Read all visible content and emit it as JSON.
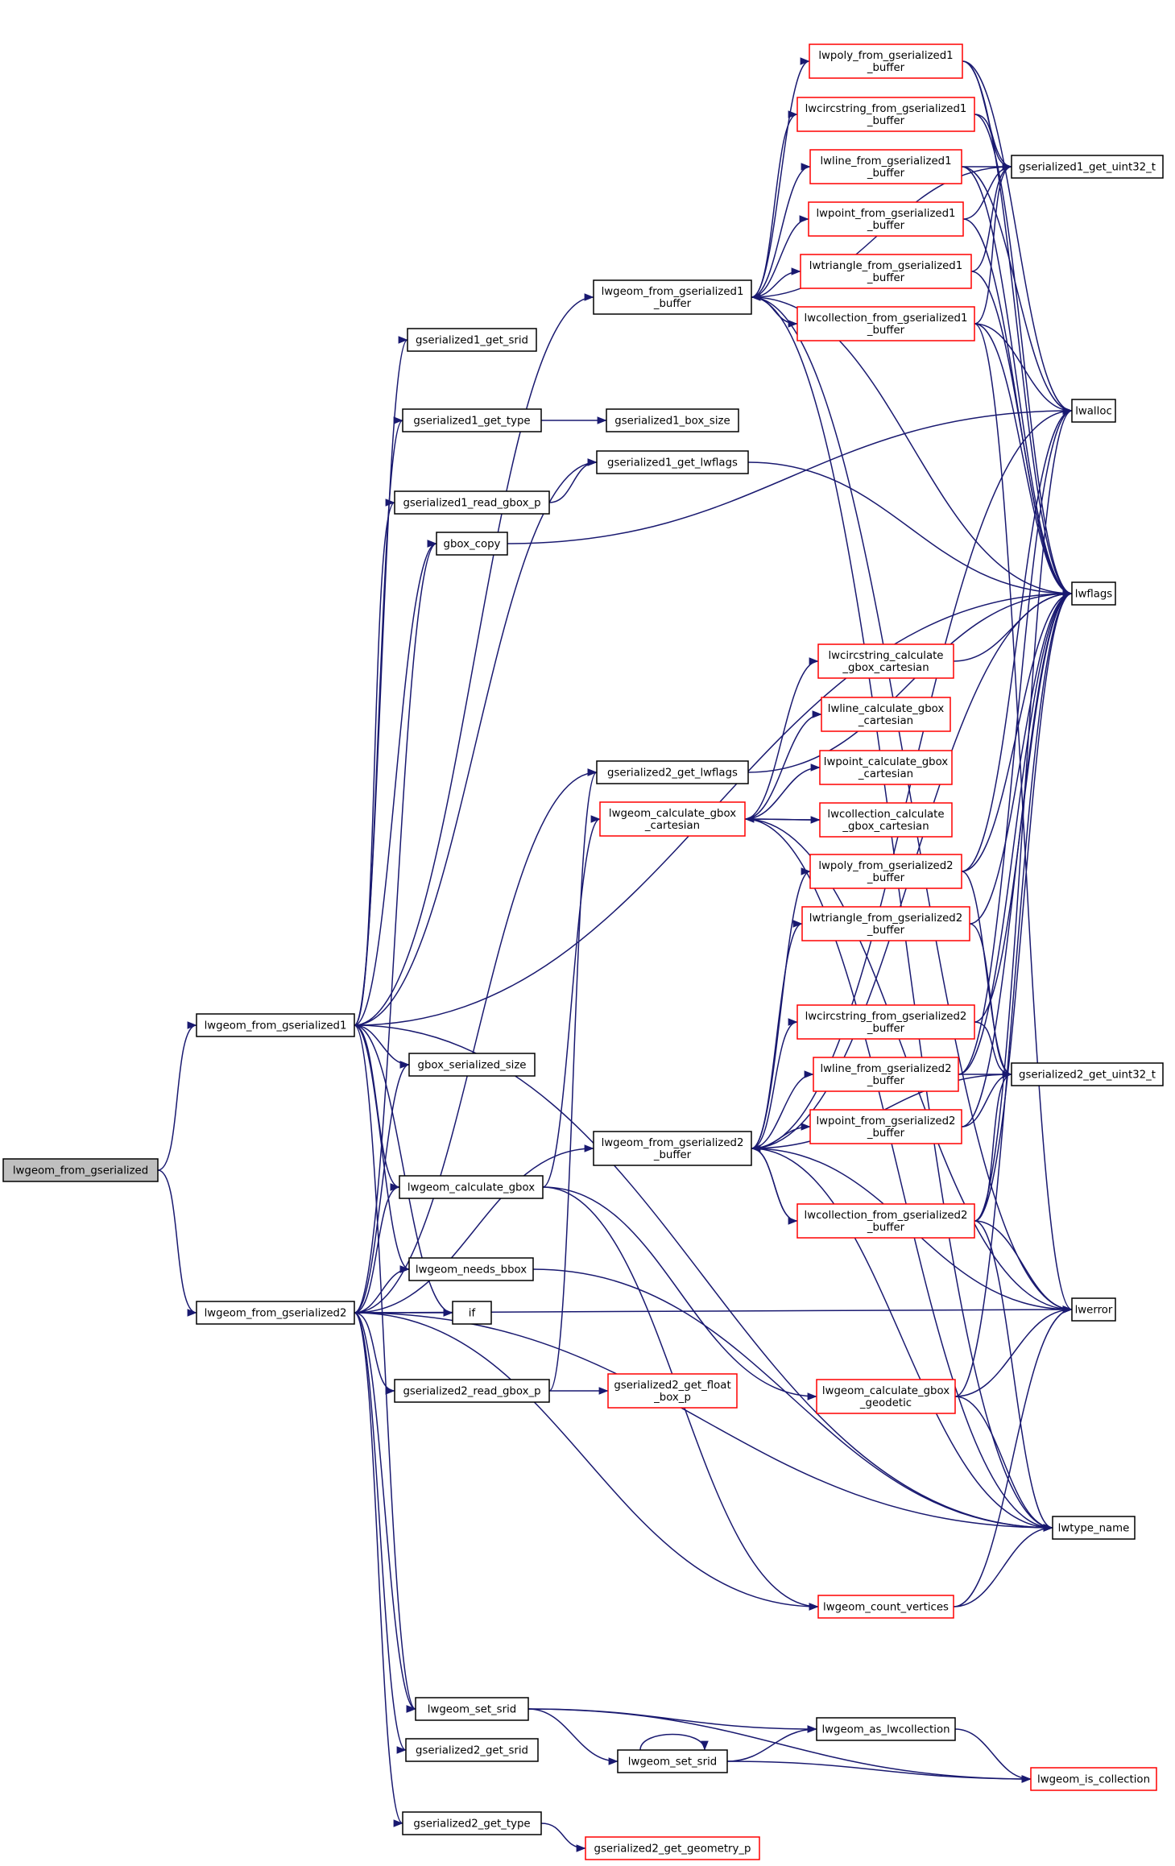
{
  "colors": {
    "edge": "#191970",
    "node_border_black": "#000000",
    "node_border_red": "#ff0000",
    "node_fill": "#ffffff",
    "root_fill": "#bfbfbf"
  },
  "nodes": [
    {
      "id": "lwgeom_from_gserialized",
      "lines": [
        "lwgeom_from_gserialized"
      ],
      "border": "black",
      "root": true
    },
    {
      "id": "lwgeom_from_gserialized1",
      "lines": [
        "lwgeom_from_gserialized1"
      ],
      "border": "black"
    },
    {
      "id": "lwgeom_from_gserialized2",
      "lines": [
        "lwgeom_from_gserialized2"
      ],
      "border": "black"
    },
    {
      "id": "gserialized1_get_srid",
      "lines": [
        "gserialized1_get_srid"
      ],
      "border": "black"
    },
    {
      "id": "gserialized1_get_type",
      "lines": [
        "gserialized1_get_type"
      ],
      "border": "black"
    },
    {
      "id": "gserialized1_read_gbox_p",
      "lines": [
        "gserialized1_read_gbox_p"
      ],
      "border": "black"
    },
    {
      "id": "gbox_copy",
      "lines": [
        "gbox_copy"
      ],
      "border": "black"
    },
    {
      "id": "gbox_serialized_size",
      "lines": [
        "gbox_serialized_size"
      ],
      "border": "black"
    },
    {
      "id": "lwgeom_calculate_gbox",
      "lines": [
        "lwgeom_calculate_gbox"
      ],
      "border": "black"
    },
    {
      "id": "lwgeom_needs_bbox",
      "lines": [
        "lwgeom_needs_bbox"
      ],
      "border": "black"
    },
    {
      "id": "if",
      "lines": [
        "if"
      ],
      "border": "black"
    },
    {
      "id": "gserialized2_read_gbox_p",
      "lines": [
        "gserialized2_read_gbox_p"
      ],
      "border": "black"
    },
    {
      "id": "lwgeom_set_srid",
      "lines": [
        "lwgeom_set_srid"
      ],
      "border": "black"
    },
    {
      "id": "gserialized2_get_srid",
      "lines": [
        "gserialized2_get_srid"
      ],
      "border": "black"
    },
    {
      "id": "gserialized2_get_type",
      "lines": [
        "gserialized2_get_type"
      ],
      "border": "black"
    },
    {
      "id": "lwgeom_from_gserialized1_buffer",
      "lines": [
        "lwgeom_from_gserialized1",
        "_buffer"
      ],
      "border": "black"
    },
    {
      "id": "gserialized1_box_size",
      "lines": [
        "gserialized1_box_size"
      ],
      "border": "black"
    },
    {
      "id": "gserialized1_get_lwflags",
      "lines": [
        "gserialized1_get_lwflags"
      ],
      "border": "black"
    },
    {
      "id": "gserialized2_get_lwflags",
      "lines": [
        "gserialized2_get_lwflags"
      ],
      "border": "black"
    },
    {
      "id": "lwgeom_calculate_gbox_cartesian",
      "lines": [
        "lwgeom_calculate_gbox",
        "_cartesian"
      ],
      "border": "red"
    },
    {
      "id": "lwgeom_from_gserialized2_buffer",
      "lines": [
        "lwgeom_from_gserialized2",
        "_buffer"
      ],
      "border": "black"
    },
    {
      "id": "gserialized2_get_float_box_p",
      "lines": [
        "gserialized2_get_float",
        "_box_p"
      ],
      "border": "red"
    },
    {
      "id": "lwgeom_set_srid_self",
      "lines": [
        "lwgeom_set_srid"
      ],
      "border": "black"
    },
    {
      "id": "gserialized2_get_geometry_p",
      "lines": [
        "gserialized2_get_geometry_p"
      ],
      "border": "red"
    },
    {
      "id": "lwpoly_from_gserialized1_buffer",
      "lines": [
        "lwpoly_from_gserialized1",
        "_buffer"
      ],
      "border": "red"
    },
    {
      "id": "lwcircstring_from_gserialized1_buffer",
      "lines": [
        "lwcircstring_from_gserialized1",
        "_buffer"
      ],
      "border": "red"
    },
    {
      "id": "lwline_from_gserialized1_buffer",
      "lines": [
        "lwline_from_gserialized1",
        "_buffer"
      ],
      "border": "red"
    },
    {
      "id": "lwpoint_from_gserialized1_buffer",
      "lines": [
        "lwpoint_from_gserialized1",
        "_buffer"
      ],
      "border": "red"
    },
    {
      "id": "lwtriangle_from_gserialized1_buffer",
      "lines": [
        "lwtriangle_from_gserialized1",
        "_buffer"
      ],
      "border": "red"
    },
    {
      "id": "lwcollection_from_gserialized1_buffer",
      "lines": [
        "lwcollection_from_gserialized1",
        "_buffer"
      ],
      "border": "red"
    },
    {
      "id": "lwcircstring_calculate_gbox_cartesian",
      "lines": [
        "lwcircstring_calculate",
        "_gbox_cartesian"
      ],
      "border": "red"
    },
    {
      "id": "lwline_calculate_gbox_cartesian",
      "lines": [
        "lwline_calculate_gbox",
        "_cartesian"
      ],
      "border": "red"
    },
    {
      "id": "lwpoint_calculate_gbox_cartesian",
      "lines": [
        "lwpoint_calculate_gbox",
        "_cartesian"
      ],
      "border": "red"
    },
    {
      "id": "lwcollection_calculate_gbox_cartesian",
      "lines": [
        "lwcollection_calculate",
        "_gbox_cartesian"
      ],
      "border": "red"
    },
    {
      "id": "lwpoly_from_gserialized2_buffer",
      "lines": [
        "lwpoly_from_gserialized2",
        "_buffer"
      ],
      "border": "red"
    },
    {
      "id": "lwtriangle_from_gserialized2_buffer",
      "lines": [
        "lwtriangle_from_gserialized2",
        "_buffer"
      ],
      "border": "red"
    },
    {
      "id": "lwcircstring_from_gserialized2_buffer",
      "lines": [
        "lwcircstring_from_gserialized2",
        "_buffer"
      ],
      "border": "red"
    },
    {
      "id": "lwline_from_gserialized2_buffer",
      "lines": [
        "lwline_from_gserialized2",
        "_buffer"
      ],
      "border": "red"
    },
    {
      "id": "lwpoint_from_gserialized2_buffer",
      "lines": [
        "lwpoint_from_gserialized2",
        "_buffer"
      ],
      "border": "red"
    },
    {
      "id": "lwcollection_from_gserialized2_buffer",
      "lines": [
        "lwcollection_from_gserialized2",
        "_buffer"
      ],
      "border": "red"
    },
    {
      "id": "lwgeom_calculate_gbox_geodetic",
      "lines": [
        "lwgeom_calculate_gbox",
        "_geodetic"
      ],
      "border": "red"
    },
    {
      "id": "lwgeom_count_vertices",
      "lines": [
        "lwgeom_count_vertices"
      ],
      "border": "red"
    },
    {
      "id": "lwgeom_as_lwcollection",
      "lines": [
        "lwgeom_as_lwcollection"
      ],
      "border": "black"
    },
    {
      "id": "gserialized1_get_uint32_t",
      "lines": [
        "gserialized1_get_uint32_t"
      ],
      "border": "black"
    },
    {
      "id": "lwalloc",
      "lines": [
        "lwalloc"
      ],
      "border": "black"
    },
    {
      "id": "lwflags",
      "lines": [
        "lwflags"
      ],
      "border": "black"
    },
    {
      "id": "gserialized2_get_uint32_t",
      "lines": [
        "gserialized2_get_uint32_t"
      ],
      "border": "black"
    },
    {
      "id": "lwerror",
      "lines": [
        "lwerror"
      ],
      "border": "black"
    },
    {
      "id": "lwtype_name",
      "lines": [
        "lwtype_name"
      ],
      "border": "black"
    },
    {
      "id": "lwgeom_is_collection",
      "lines": [
        "lwgeom_is_collection"
      ],
      "border": "red"
    }
  ],
  "edges": [
    [
      "lwgeom_from_gserialized",
      "lwgeom_from_gserialized1"
    ],
    [
      "lwgeom_from_gserialized",
      "lwgeom_from_gserialized2"
    ],
    [
      "lwgeom_from_gserialized1",
      "gserialized1_get_srid"
    ],
    [
      "lwgeom_from_gserialized1",
      "gserialized1_get_type"
    ],
    [
      "lwgeom_from_gserialized1",
      "gserialized1_read_gbox_p"
    ],
    [
      "lwgeom_from_gserialized1",
      "gbox_copy"
    ],
    [
      "lwgeom_from_gserialized1",
      "gserialized1_get_lwflags"
    ],
    [
      "lwgeom_from_gserialized1",
      "lwgeom_from_gserialized1_buffer"
    ],
    [
      "lwgeom_from_gserialized1",
      "gbox_serialized_size"
    ],
    [
      "lwgeom_from_gserialized1",
      "lwgeom_calculate_gbox"
    ],
    [
      "lwgeom_from_gserialized1",
      "lwgeom_needs_bbox"
    ],
    [
      "lwgeom_from_gserialized1",
      "if"
    ],
    [
      "lwgeom_from_gserialized1",
      "lwgeom_set_srid"
    ],
    [
      "lwgeom_from_gserialized1",
      "lwflags"
    ],
    [
      "lwgeom_from_gserialized1",
      "lwtype_name"
    ],
    [
      "lwgeom_from_gserialized2",
      "gserialized2_get_lwflags"
    ],
    [
      "lwgeom_from_gserialized2",
      "gbox_copy"
    ],
    [
      "lwgeom_from_gserialized2",
      "gbox_serialized_size"
    ],
    [
      "lwgeom_from_gserialized2",
      "lwgeom_calculate_gbox"
    ],
    [
      "lwgeom_from_gserialized2",
      "lwgeom_needs_bbox"
    ],
    [
      "lwgeom_from_gserialized2",
      "if"
    ],
    [
      "lwgeom_from_gserialized2",
      "gserialized2_read_gbox_p"
    ],
    [
      "lwgeom_from_gserialized2",
      "lwgeom_from_gserialized2_buffer"
    ],
    [
      "lwgeom_from_gserialized2",
      "lwgeom_set_srid"
    ],
    [
      "lwgeom_from_gserialized2",
      "gserialized2_get_srid"
    ],
    [
      "lwgeom_from_gserialized2",
      "gserialized2_get_type"
    ],
    [
      "lwgeom_from_gserialized2",
      "lwerror"
    ],
    [
      "lwgeom_from_gserialized2",
      "lwtype_name"
    ],
    [
      "gserialized1_get_type",
      "gserialized1_box_size"
    ],
    [
      "gserialized1_read_gbox_p",
      "gserialized1_get_lwflags"
    ],
    [
      "gbox_copy",
      "lwalloc"
    ],
    [
      "gserialized1_get_lwflags",
      "lwflags"
    ],
    [
      "gserialized2_get_lwflags",
      "lwflags"
    ],
    [
      "lwgeom_calculate_gbox",
      "lwgeom_calculate_gbox_cartesian"
    ],
    [
      "lwgeom_calculate_gbox",
      "lwgeom_calculate_gbox_geodetic"
    ],
    [
      "lwgeom_needs_bbox",
      "lwtype_name"
    ],
    [
      "gserialized2_read_gbox_p",
      "gserialized2_get_float_box_p"
    ],
    [
      "gserialized2_read_gbox_p",
      "gserialized2_get_lwflags"
    ],
    [
      "lwgeom_set_srid",
      "lwgeom_as_lwcollection"
    ],
    [
      "lwgeom_set_srid",
      "lwgeom_set_srid_self"
    ],
    [
      "lwgeom_set_srid",
      "lwgeom_is_collection"
    ],
    [
      "lwgeom_set_srid_self",
      "lwgeom_set_srid_self"
    ],
    [
      "lwgeom_set_srid_self",
      "lwgeom_as_lwcollection"
    ],
    [
      "lwgeom_set_srid_self",
      "lwgeom_is_collection"
    ],
    [
      "lwgeom_as_lwcollection",
      "lwgeom_is_collection"
    ],
    [
      "gserialized2_get_type",
      "gserialized2_get_geometry_p"
    ],
    [
      "lwgeom_from_gserialized1_buffer",
      "lwpoly_from_gserialized1_buffer"
    ],
    [
      "lwgeom_from_gserialized1_buffer",
      "lwcircstring_from_gserialized1_buffer"
    ],
    [
      "lwgeom_from_gserialized1_buffer",
      "lwline_from_gserialized1_buffer"
    ],
    [
      "lwgeom_from_gserialized1_buffer",
      "lwpoint_from_gserialized1_buffer"
    ],
    [
      "lwgeom_from_gserialized1_buffer",
      "lwtriangle_from_gserialized1_buffer"
    ],
    [
      "lwgeom_from_gserialized1_buffer",
      "lwcollection_from_gserialized1_buffer"
    ],
    [
      "lwgeom_from_gserialized1_buffer",
      "lwflags"
    ],
    [
      "lwgeom_from_gserialized1_buffer",
      "lwerror"
    ],
    [
      "lwgeom_from_gserialized1_buffer",
      "lwtype_name"
    ],
    [
      "lwgeom_from_gserialized1_buffer",
      "gserialized1_get_uint32_t"
    ],
    [
      "lwcollection_from_gserialized1_buffer",
      "lwgeom_from_gserialized1_buffer"
    ],
    [
      "lwpoly_from_gserialized1_buffer",
      "gserialized1_get_uint32_t"
    ],
    [
      "lwpoly_from_gserialized1_buffer",
      "lwalloc"
    ],
    [
      "lwpoly_from_gserialized1_buffer",
      "lwflags"
    ],
    [
      "lwcircstring_from_gserialized1_buffer",
      "gserialized1_get_uint32_t"
    ],
    [
      "lwcircstring_from_gserialized1_buffer",
      "lwflags"
    ],
    [
      "lwline_from_gserialized1_buffer",
      "gserialized1_get_uint32_t"
    ],
    [
      "lwline_from_gserialized1_buffer",
      "lwalloc"
    ],
    [
      "lwline_from_gserialized1_buffer",
      "lwflags"
    ],
    [
      "lwpoint_from_gserialized1_buffer",
      "gserialized1_get_uint32_t"
    ],
    [
      "lwpoint_from_gserialized1_buffer",
      "lwflags"
    ],
    [
      "lwtriangle_from_gserialized1_buffer",
      "gserialized1_get_uint32_t"
    ],
    [
      "lwtriangle_from_gserialized1_buffer",
      "lwflags"
    ],
    [
      "lwcollection_from_gserialized1_buffer",
      "gserialized1_get_uint32_t"
    ],
    [
      "lwcollection_from_gserialized1_buffer",
      "lwalloc"
    ],
    [
      "lwcollection_from_gserialized1_buffer",
      "lwflags"
    ],
    [
      "lwcollection_from_gserialized1_buffer",
      "lwerror"
    ],
    [
      "lwgeom_calculate_gbox_cartesian",
      "lwcircstring_calculate_gbox_cartesian"
    ],
    [
      "lwgeom_calculate_gbox_cartesian",
      "lwline_calculate_gbox_cartesian"
    ],
    [
      "lwgeom_calculate_gbox_cartesian",
      "lwpoint_calculate_gbox_cartesian"
    ],
    [
      "lwgeom_calculate_gbox_cartesian",
      "lwcollection_calculate_gbox_cartesian"
    ],
    [
      "lwcollection_calculate_gbox_cartesian",
      "lwgeom_calculate_gbox_cartesian"
    ],
    [
      "lwgeom_calculate_gbox_cartesian",
      "lwerror"
    ],
    [
      "lwgeom_calculate_gbox_cartesian",
      "lwtype_name"
    ],
    [
      "lwcircstring_calculate_gbox_cartesian",
      "lwflags"
    ],
    [
      "lwgeom_from_gserialized2_buffer",
      "lwpoly_from_gserialized2_buffer"
    ],
    [
      "lwgeom_from_gserialized2_buffer",
      "lwtriangle_from_gserialized2_buffer"
    ],
    [
      "lwgeom_from_gserialized2_buffer",
      "lwcircstring_from_gserialized2_buffer"
    ],
    [
      "lwgeom_from_gserialized2_buffer",
      "lwline_from_gserialized2_buffer"
    ],
    [
      "lwgeom_from_gserialized2_buffer",
      "lwpoint_from_gserialized2_buffer"
    ],
    [
      "lwgeom_from_gserialized2_buffer",
      "lwcollection_from_gserialized2_buffer"
    ],
    [
      "lwcollection_from_gserialized2_buffer",
      "lwgeom_from_gserialized2_buffer"
    ],
    [
      "lwgeom_from_gserialized2_buffer",
      "gserialized2_get_uint32_t"
    ],
    [
      "lwgeom_from_gserialized2_buffer",
      "lwflags"
    ],
    [
      "lwgeom_from_gserialized2_buffer",
      "lwalloc"
    ],
    [
      "lwgeom_from_gserialized2_buffer",
      "lwerror"
    ],
    [
      "lwgeom_from_gserialized2_buffer",
      "lwtype_name"
    ],
    [
      "lwpoly_from_gserialized2_buffer",
      "gserialized2_get_uint32_t"
    ],
    [
      "lwpoly_from_gserialized2_buffer",
      "lwalloc"
    ],
    [
      "lwpoly_from_gserialized2_buffer",
      "lwflags"
    ],
    [
      "lwtriangle_from_gserialized2_buffer",
      "gserialized2_get_uint32_t"
    ],
    [
      "lwtriangle_from_gserialized2_buffer",
      "lwflags"
    ],
    [
      "lwcircstring_from_gserialized2_buffer",
      "gserialized2_get_uint32_t"
    ],
    [
      "lwcircstring_from_gserialized2_buffer",
      "lwflags"
    ],
    [
      "lwline_from_gserialized2_buffer",
      "gserialized2_get_uint32_t"
    ],
    [
      "lwline_from_gserialized2_buffer",
      "lwalloc"
    ],
    [
      "lwline_from_gserialized2_buffer",
      "lwflags"
    ],
    [
      "lwpoint_from_gserialized2_buffer",
      "gserialized2_get_uint32_t"
    ],
    [
      "lwpoint_from_gserialized2_buffer",
      "lwflags"
    ],
    [
      "lwcollection_from_gserialized2_buffer",
      "gserialized2_get_uint32_t"
    ],
    [
      "lwcollection_from_gserialized2_buffer",
      "lwalloc"
    ],
    [
      "lwcollection_from_gserialized2_buffer",
      "lwflags"
    ],
    [
      "lwcollection_from_gserialized2_buffer",
      "lwerror"
    ],
    [
      "lwcollection_from_gserialized2_buffer",
      "lwtype_name"
    ],
    [
      "lwgeom_calculate_gbox_geodetic",
      "lwerror"
    ],
    [
      "lwgeom_calculate_gbox_geodetic",
      "lwtype_name"
    ],
    [
      "lwgeom_calculate_gbox_geodetic",
      "lwflags"
    ],
    [
      "lwgeom_count_vertices",
      "lwerror"
    ],
    [
      "lwgeom_count_vertices",
      "lwtype_name"
    ],
    [
      "lwgeom_calculate_gbox",
      "lwgeom_count_vertices"
    ],
    [
      "lwgeom_from_gserialized2",
      "lwgeom_count_vertices"
    ]
  ]
}
